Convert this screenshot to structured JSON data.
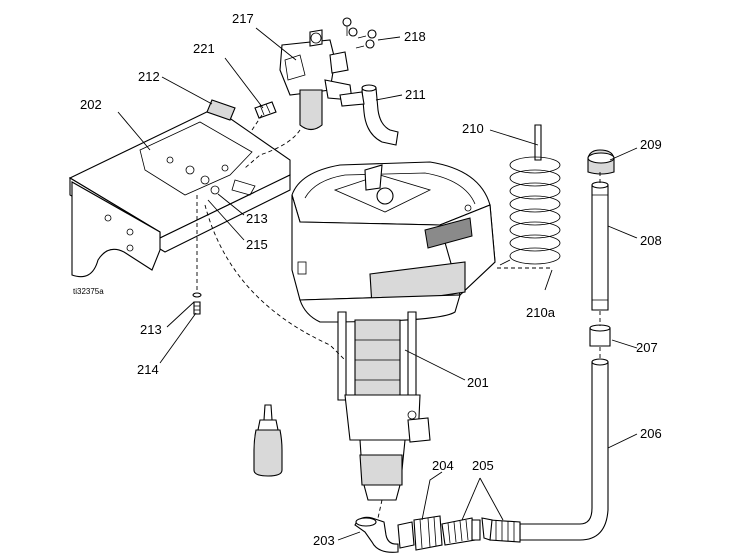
{
  "figure_id": "ti32375a",
  "callouts": [
    {
      "id": "c217",
      "text": "217"
    },
    {
      "id": "c218",
      "text": "218"
    },
    {
      "id": "c221",
      "text": "221"
    },
    {
      "id": "c212",
      "text": "212"
    },
    {
      "id": "c211",
      "text": "211"
    },
    {
      "id": "c202",
      "text": "202"
    },
    {
      "id": "c210",
      "text": "210"
    },
    {
      "id": "c209",
      "text": "209"
    },
    {
      "id": "c208",
      "text": "208"
    },
    {
      "id": "c213a",
      "text": "213"
    },
    {
      "id": "c215",
      "text": "215"
    },
    {
      "id": "c210a",
      "text": "210a"
    },
    {
      "id": "c213b",
      "text": "213"
    },
    {
      "id": "c214",
      "text": "214"
    },
    {
      "id": "c207",
      "text": "207"
    },
    {
      "id": "c201",
      "text": "201"
    },
    {
      "id": "c206",
      "text": "206"
    },
    {
      "id": "c204",
      "text": "204"
    },
    {
      "id": "c205",
      "text": "205"
    },
    {
      "id": "c203",
      "text": "203"
    }
  ]
}
